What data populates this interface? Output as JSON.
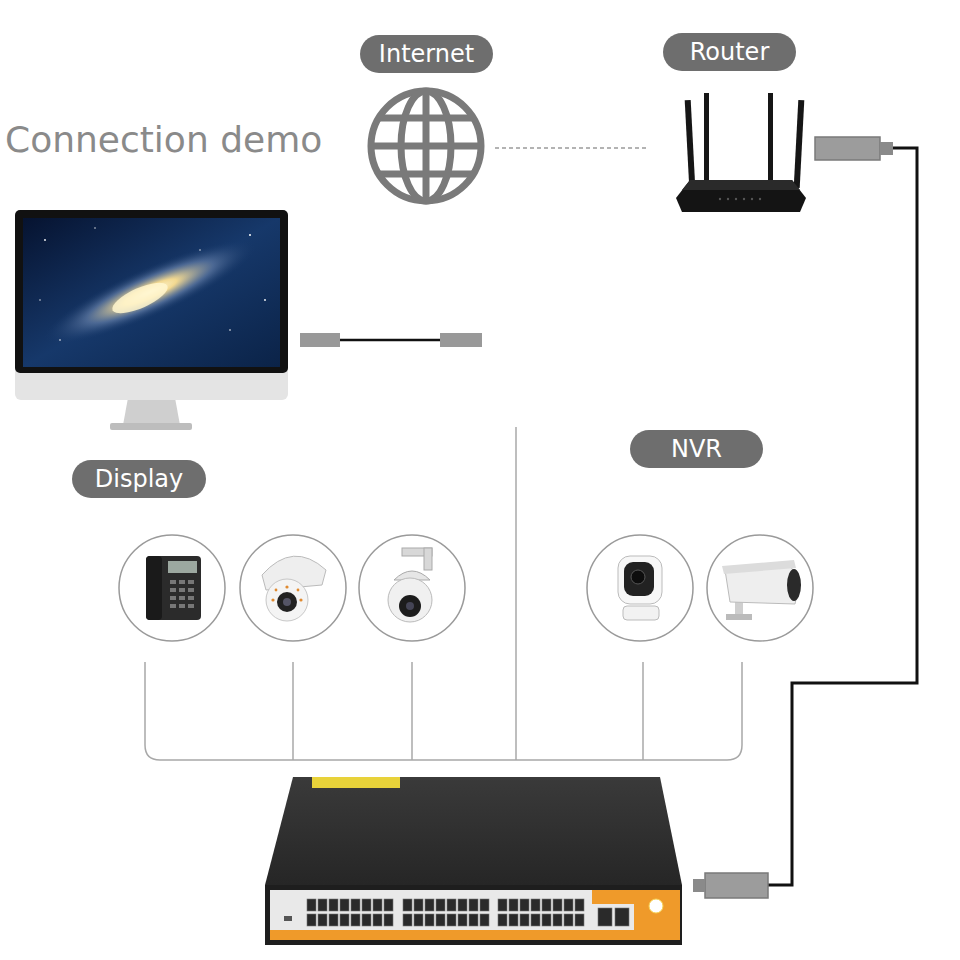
{
  "diagram": {
    "title": "Connection demo",
    "nodes": [
      {
        "text": [
          "Internet"
        ]
      },
      {
        "text": [
          "Router"
        ]
      },
      {
        "text": [
          "Display"
        ]
      },
      {
        "text": [
          "NVR"
        ]
      }
    ],
    "edges": [
      {
        "from": 0,
        "to": 1,
        "arrow": "none"
      }
    ]
  }
}
